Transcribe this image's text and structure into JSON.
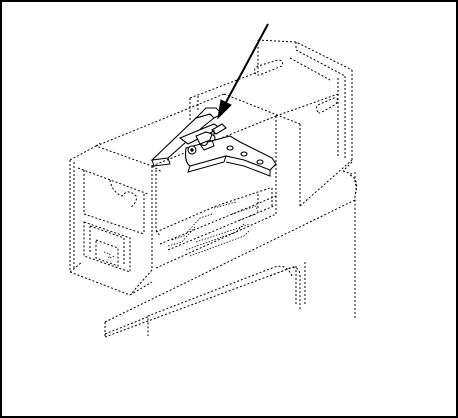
{
  "figure": {
    "border_color": "#000000",
    "background": "#ffffff",
    "callout_arrow": "arrow-pointing-to-bracket-latch",
    "part_styles": {
      "hidden_lines": "dashed",
      "highlighted_part": "solid"
    }
  }
}
